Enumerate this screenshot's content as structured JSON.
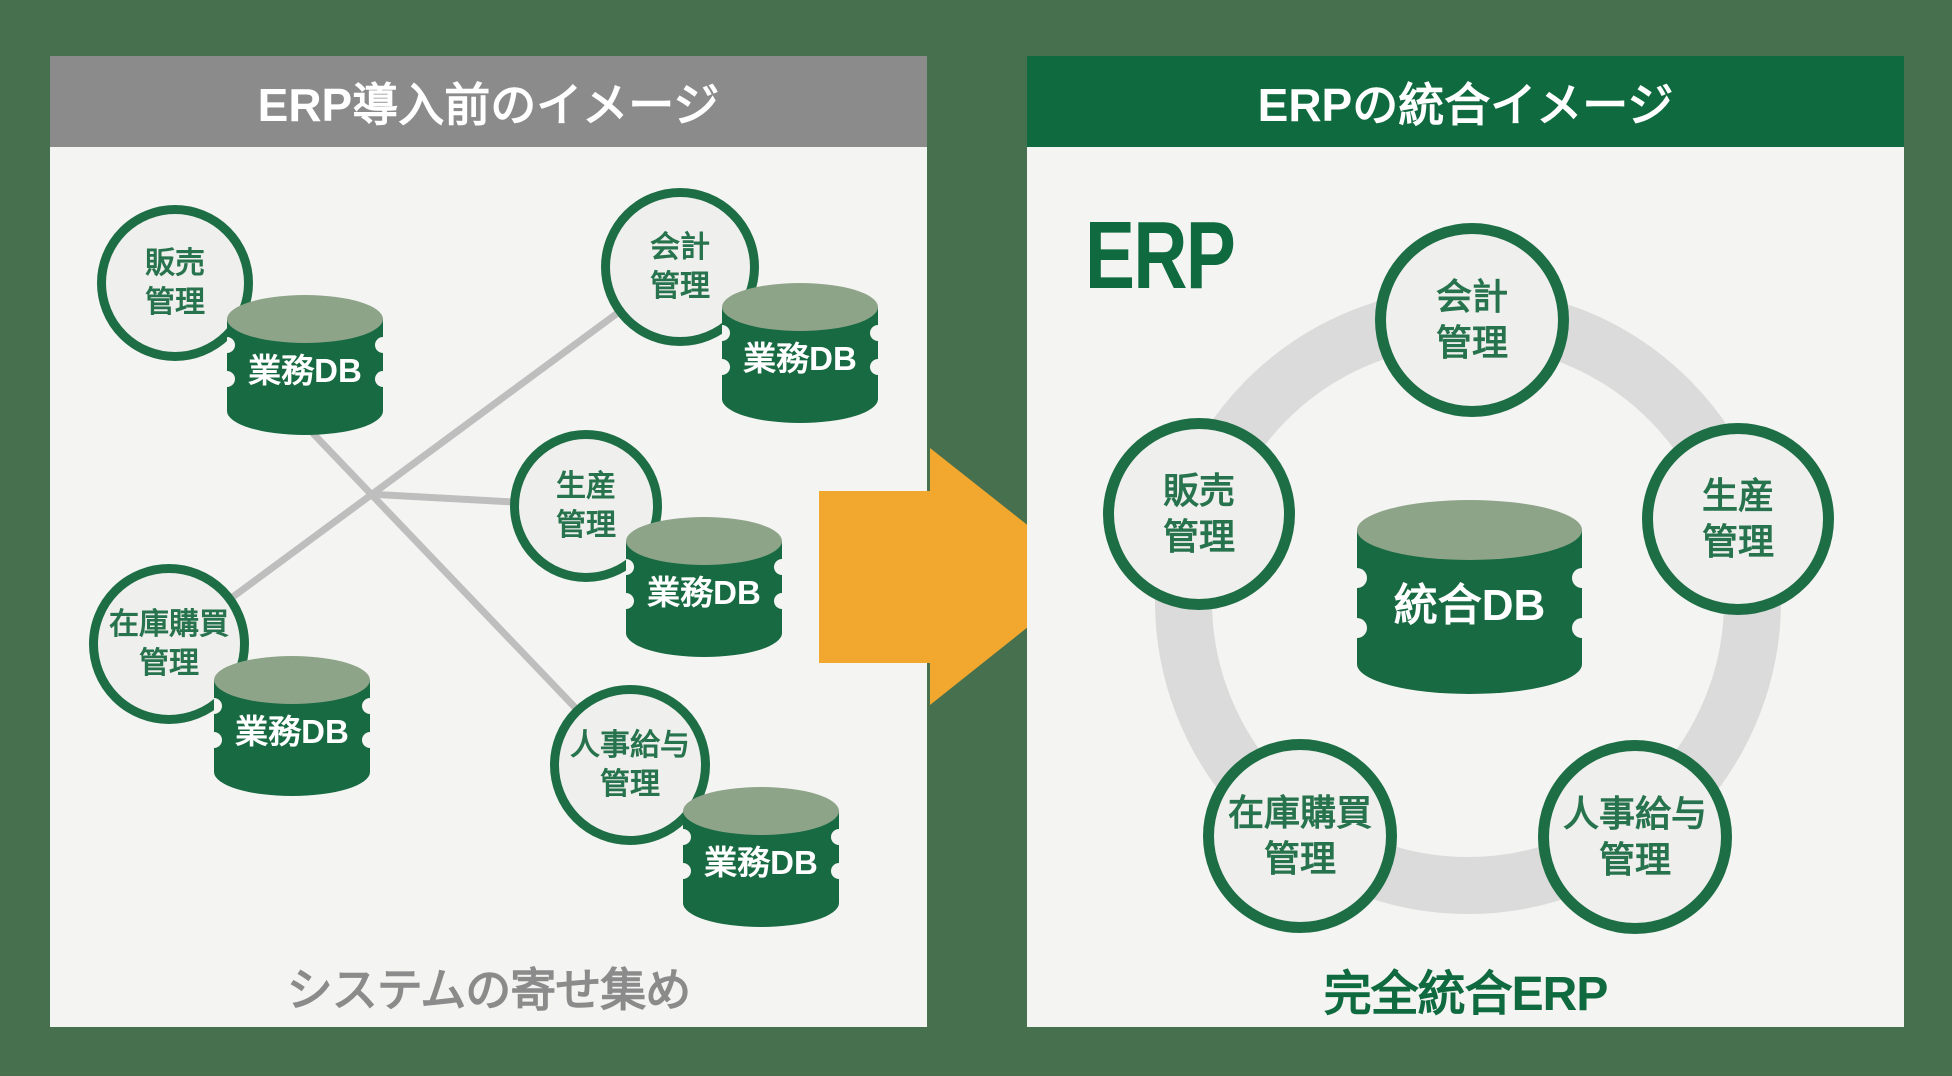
{
  "left_panel": {
    "title": "ERP導入前のイメージ",
    "caption": "システムの寄せ集め",
    "modules": [
      {
        "id": "sales",
        "label": "販売\n管理"
      },
      {
        "id": "accounting",
        "label": "会計\n管理"
      },
      {
        "id": "production",
        "label": "生産\n管理"
      },
      {
        "id": "inventory",
        "label": "在庫購買\n管理"
      },
      {
        "id": "hr",
        "label": "人事給与\n管理"
      }
    ],
    "databases": [
      {
        "label": "業務DB"
      },
      {
        "label": "業務DB"
      },
      {
        "label": "業務DB"
      },
      {
        "label": "業務DB"
      },
      {
        "label": "業務DB"
      }
    ]
  },
  "right_panel": {
    "title": "ERPの統合イメージ",
    "erp_label": "ERP",
    "caption": "完全統合ERP",
    "modules": [
      {
        "id": "accounting",
        "label": "会計\n管理"
      },
      {
        "id": "production",
        "label": "生産\n管理"
      },
      {
        "id": "sales",
        "label": "販売\n管理"
      },
      {
        "id": "inventory",
        "label": "在庫購買\n管理"
      },
      {
        "id": "hr",
        "label": "人事給与\n管理"
      }
    ],
    "database": {
      "label": "統合DB"
    }
  },
  "colors": {
    "outer_background": "#47704E",
    "panel_background": "#F4F4F2",
    "left_header_gray": "#8B8B8B",
    "green_header": "#0F6A3F",
    "circle_border_green": "#1D6E45",
    "circle_text_green": "#27734D",
    "db_body_green": "#186A42",
    "db_top_sage": "#8EA489",
    "ring_gray": "#DBDBDB",
    "connector_gray": "#BEBEBE",
    "arrow_amber": "#F2A72E"
  }
}
